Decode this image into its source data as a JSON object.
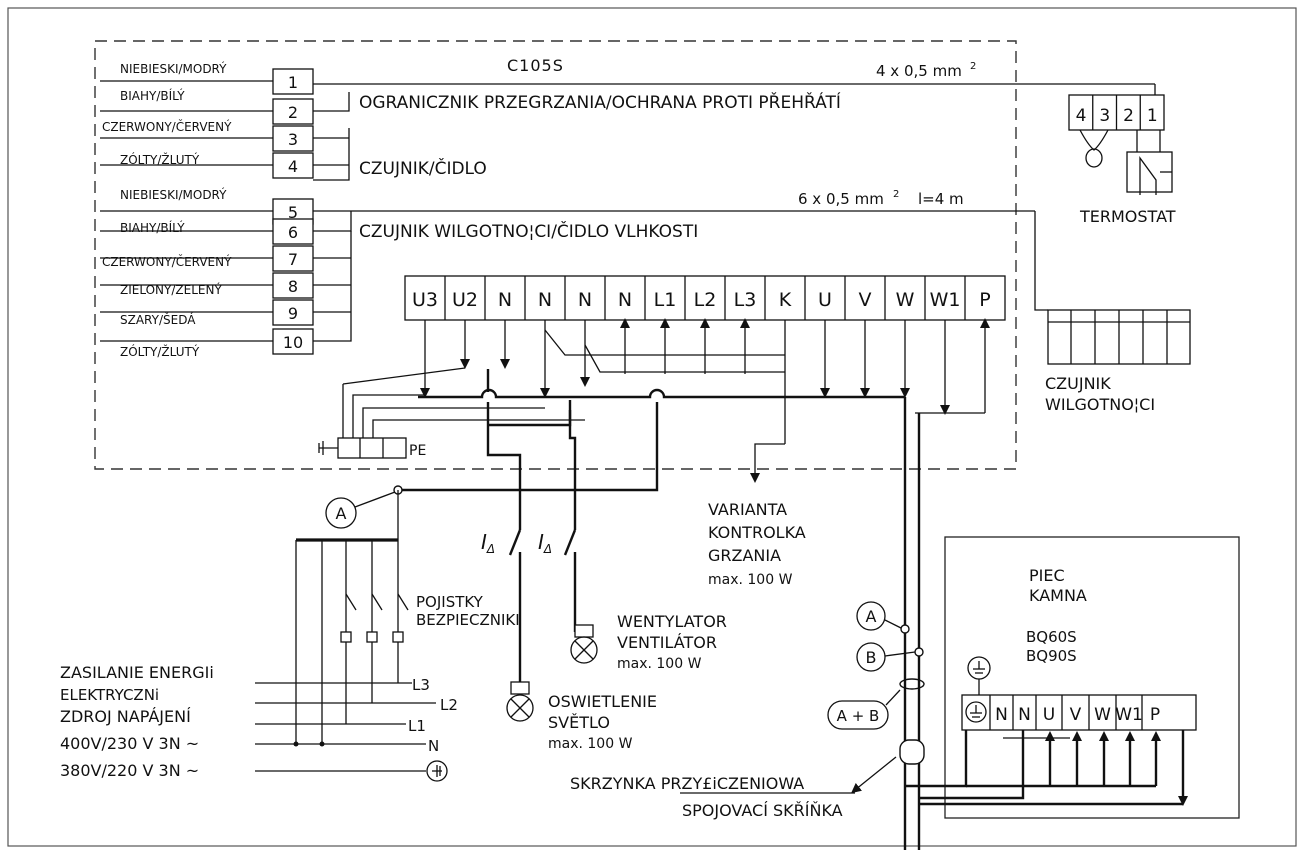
{
  "controller": {
    "model": "C105S",
    "left_wire_labels": [
      "NIEBIESKI/MODRÝ",
      "BIAHY/BÍLÝ",
      "CZERWONY/ČERVENÝ",
      "ZÓLTY/ŽLUTÝ",
      "NIEBIESKI/MODRÝ",
      "BIAHY/BÍLÝ",
      "CZERWONY/ČERVENÝ",
      "ZIELONY/ZELENÝ",
      "SZARY/ŠEDÁ",
      "ZÓLTY/ŽLUTÝ"
    ],
    "left_terminals": [
      "1",
      "2",
      "3",
      "4",
      "5",
      "6",
      "7",
      "8",
      "9",
      "10"
    ],
    "overheat_label": "OGRANICZNIK PRZEGRZANIA/OCHRANA PROTI PŘEHŘÁTÍ",
    "sensor_label": "CZUJNIK/ČIDLO",
    "humidity_label": "CZUJNIK WILGOTNO¦CI/ČIDLO VLHKOSTI",
    "cable_4": "4 x 0,5 mm",
    "cable_6": "6 x 0,5 mm",
    "cable_sup": "2",
    "cable_len": "l=4 m",
    "terminals": [
      "U3",
      "U2",
      "N",
      "N",
      "N",
      "N",
      "L1",
      "L2",
      "L3",
      "K",
      "U",
      "V",
      "W",
      "W1",
      "P"
    ],
    "pe_label": "PE"
  },
  "thermostat": {
    "terminals": [
      "4",
      "3",
      "2",
      "1"
    ],
    "label": "TERMOSTAT"
  },
  "humidity_sensor": {
    "line1": "CZUJNIK",
    "line2": "WILGOTNO¦CI"
  },
  "variant": {
    "line1": "VARIANTA",
    "line2": "KONTROLKA",
    "line3": "GRZANIA",
    "line4": "max. 100 W"
  },
  "fan": {
    "line1": "WENTYLATOR",
    "line2": "VENTILÁTOR",
    "line3": "max. 100 W"
  },
  "light": {
    "line1": "OSWIETLENIE",
    "line2": "SVĚTLO",
    "line3": "max. 100 W"
  },
  "rcd_symbol": "I",
  "rcd_sub": "Δ",
  "fuses": {
    "line1": "POJISTKY",
    "line2": "BEZPIECZNIKI"
  },
  "supply": {
    "lines": [
      "ZASILANIE ENERGIi",
      "ELEKTRYCZNi",
      "ZDROJ NAPÁJENÍ",
      "400V/230 V 3N ~",
      "380V/220 V 3N ~"
    ],
    "phase_labels": [
      "L3",
      "L2",
      "L1",
      "N"
    ]
  },
  "circle_labels": {
    "a": "A",
    "b": "B",
    "ab": "A + B"
  },
  "junction_box": {
    "line1": "SKRZYNKA PRZY£iCZENIOWA",
    "line2": "SPOJOVACÍ SKŘÍŇKA"
  },
  "stove": {
    "line1": "PIEC",
    "line2": "KAMNA",
    "line3": "BQ60S",
    "line4": "BQ90S",
    "terminals": [
      "N",
      "N",
      "U",
      "V",
      "W",
      "W1",
      "P"
    ]
  }
}
